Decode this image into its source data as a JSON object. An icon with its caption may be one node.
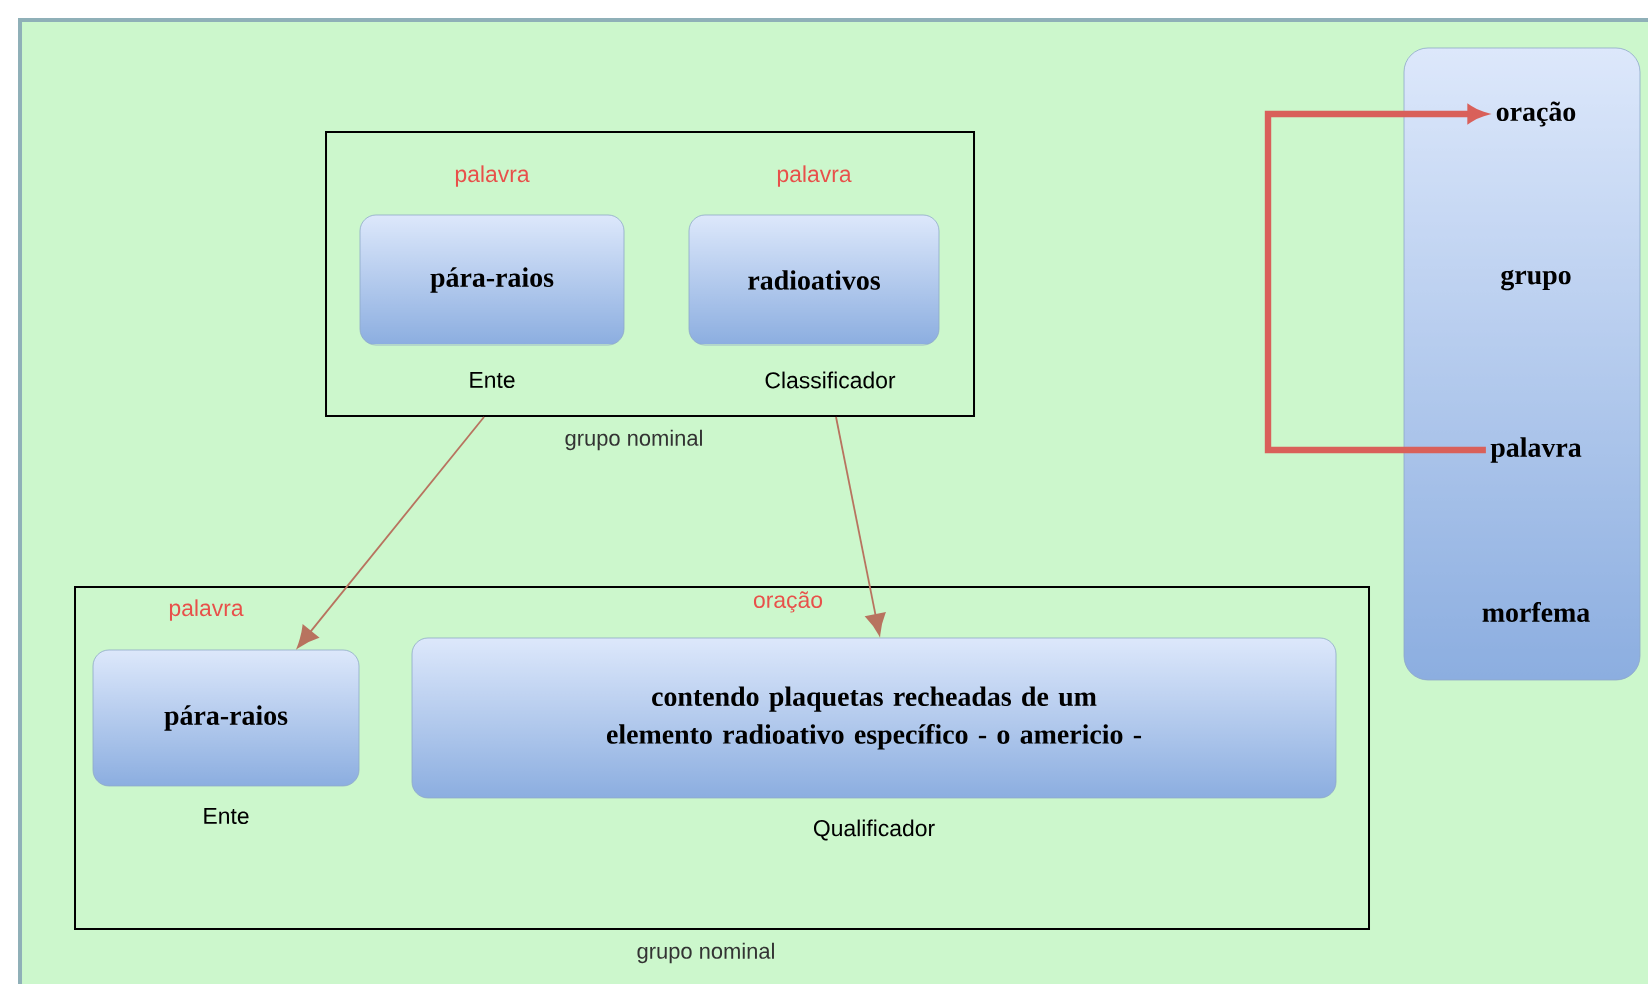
{
  "diagram": {
    "nodes": [
      {
        "text": [
          "grupo nominal"
        ]
      },
      {
        "text": [
          "pára-raios"
        ],
        "in": 0,
        "beside": [
          "palavra",
          "Ente"
        ]
      },
      {
        "text": [
          "radioativos"
        ],
        "in": 0,
        "beside": [
          "palavra",
          "Classificador"
        ]
      },
      {
        "text": [
          "grupo nominal"
        ]
      },
      {
        "text": [
          "pára-raios"
        ],
        "in": 3,
        "beside": [
          "palavra",
          "Ente"
        ]
      },
      {
        "text": [
          "contendo plaquetas recheadas de um elemento radioativo específico - o americio -"
        ],
        "in": 3,
        "beside": [
          "oração",
          "Qualificador"
        ]
      },
      {
        "text": [],
        "shape": "box"
      },
      {
        "text": [
          "oração"
        ],
        "in": 6
      },
      {
        "text": [
          "grupo"
        ],
        "in": 6
      },
      {
        "text": [
          "palavra"
        ],
        "in": 6
      },
      {
        "text": [
          "morfema"
        ],
        "in": 6
      }
    ],
    "edges": [
      {
        "from": 0,
        "to": 4,
        "arrow": "to"
      },
      {
        "from": 0,
        "to": 5,
        "arrow": "to"
      },
      {
        "from": 9,
        "to": 7,
        "arrow": "to",
        "style": "thick",
        "color": "#d9605a"
      }
    ]
  }
}
